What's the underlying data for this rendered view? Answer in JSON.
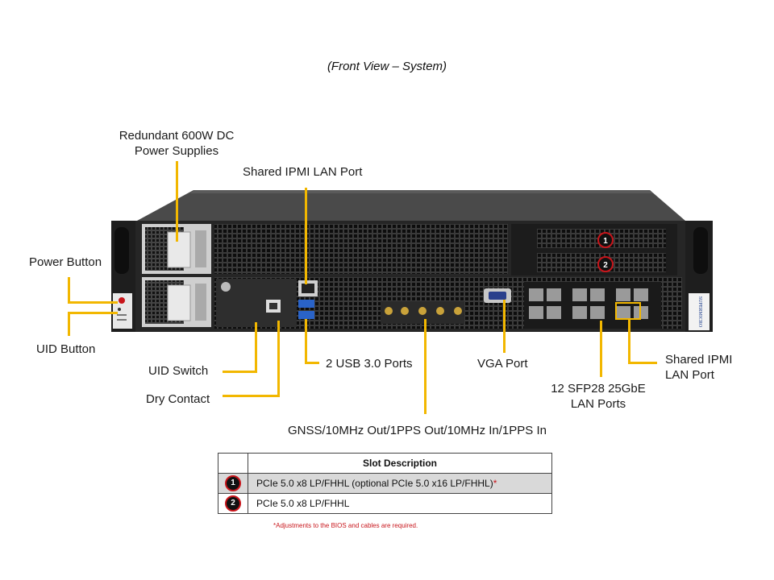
{
  "title": "(Front View – System)",
  "labels": {
    "power_supplies": [
      "Redundant 600W DC",
      "Power Supplies"
    ],
    "shared_ipmi_top": "Shared IPMI LAN Port",
    "power_button": "Power Button",
    "uid_button": "UID Button",
    "uid_switch": "UID Switch",
    "dry_contact": "Dry Contact",
    "usb": "2 USB 3.0 Ports",
    "vga": "VGA Port",
    "sfp": [
      "12 SFP28 25GbE",
      "LAN Ports"
    ],
    "shared_ipmi_right": [
      "Shared IPMI",
      "LAN Port"
    ],
    "gnss": "GNSS/10MHz Out/1PPS Out/10MHz In/1PPS In"
  },
  "chassis_badge": "SUPERMICRO",
  "slot_badges": [
    "1",
    "2"
  ],
  "table": {
    "header": "Slot Description",
    "rows": [
      {
        "num": "1",
        "desc": "PCIe 5.0 x8 LP/FHHL (optional PCIe 5.0 x16 LP/FHHL)",
        "mark": "*"
      },
      {
        "num": "2",
        "desc": "PCIe 5.0 x8 LP/FHHL",
        "mark": ""
      }
    ]
  },
  "footnote": "*Adjustments to the BIOS and cables are required.",
  "colors": {
    "callout": "#f2b700",
    "badge_ring": "#c8151b",
    "chassis": "#2b2b2b"
  }
}
